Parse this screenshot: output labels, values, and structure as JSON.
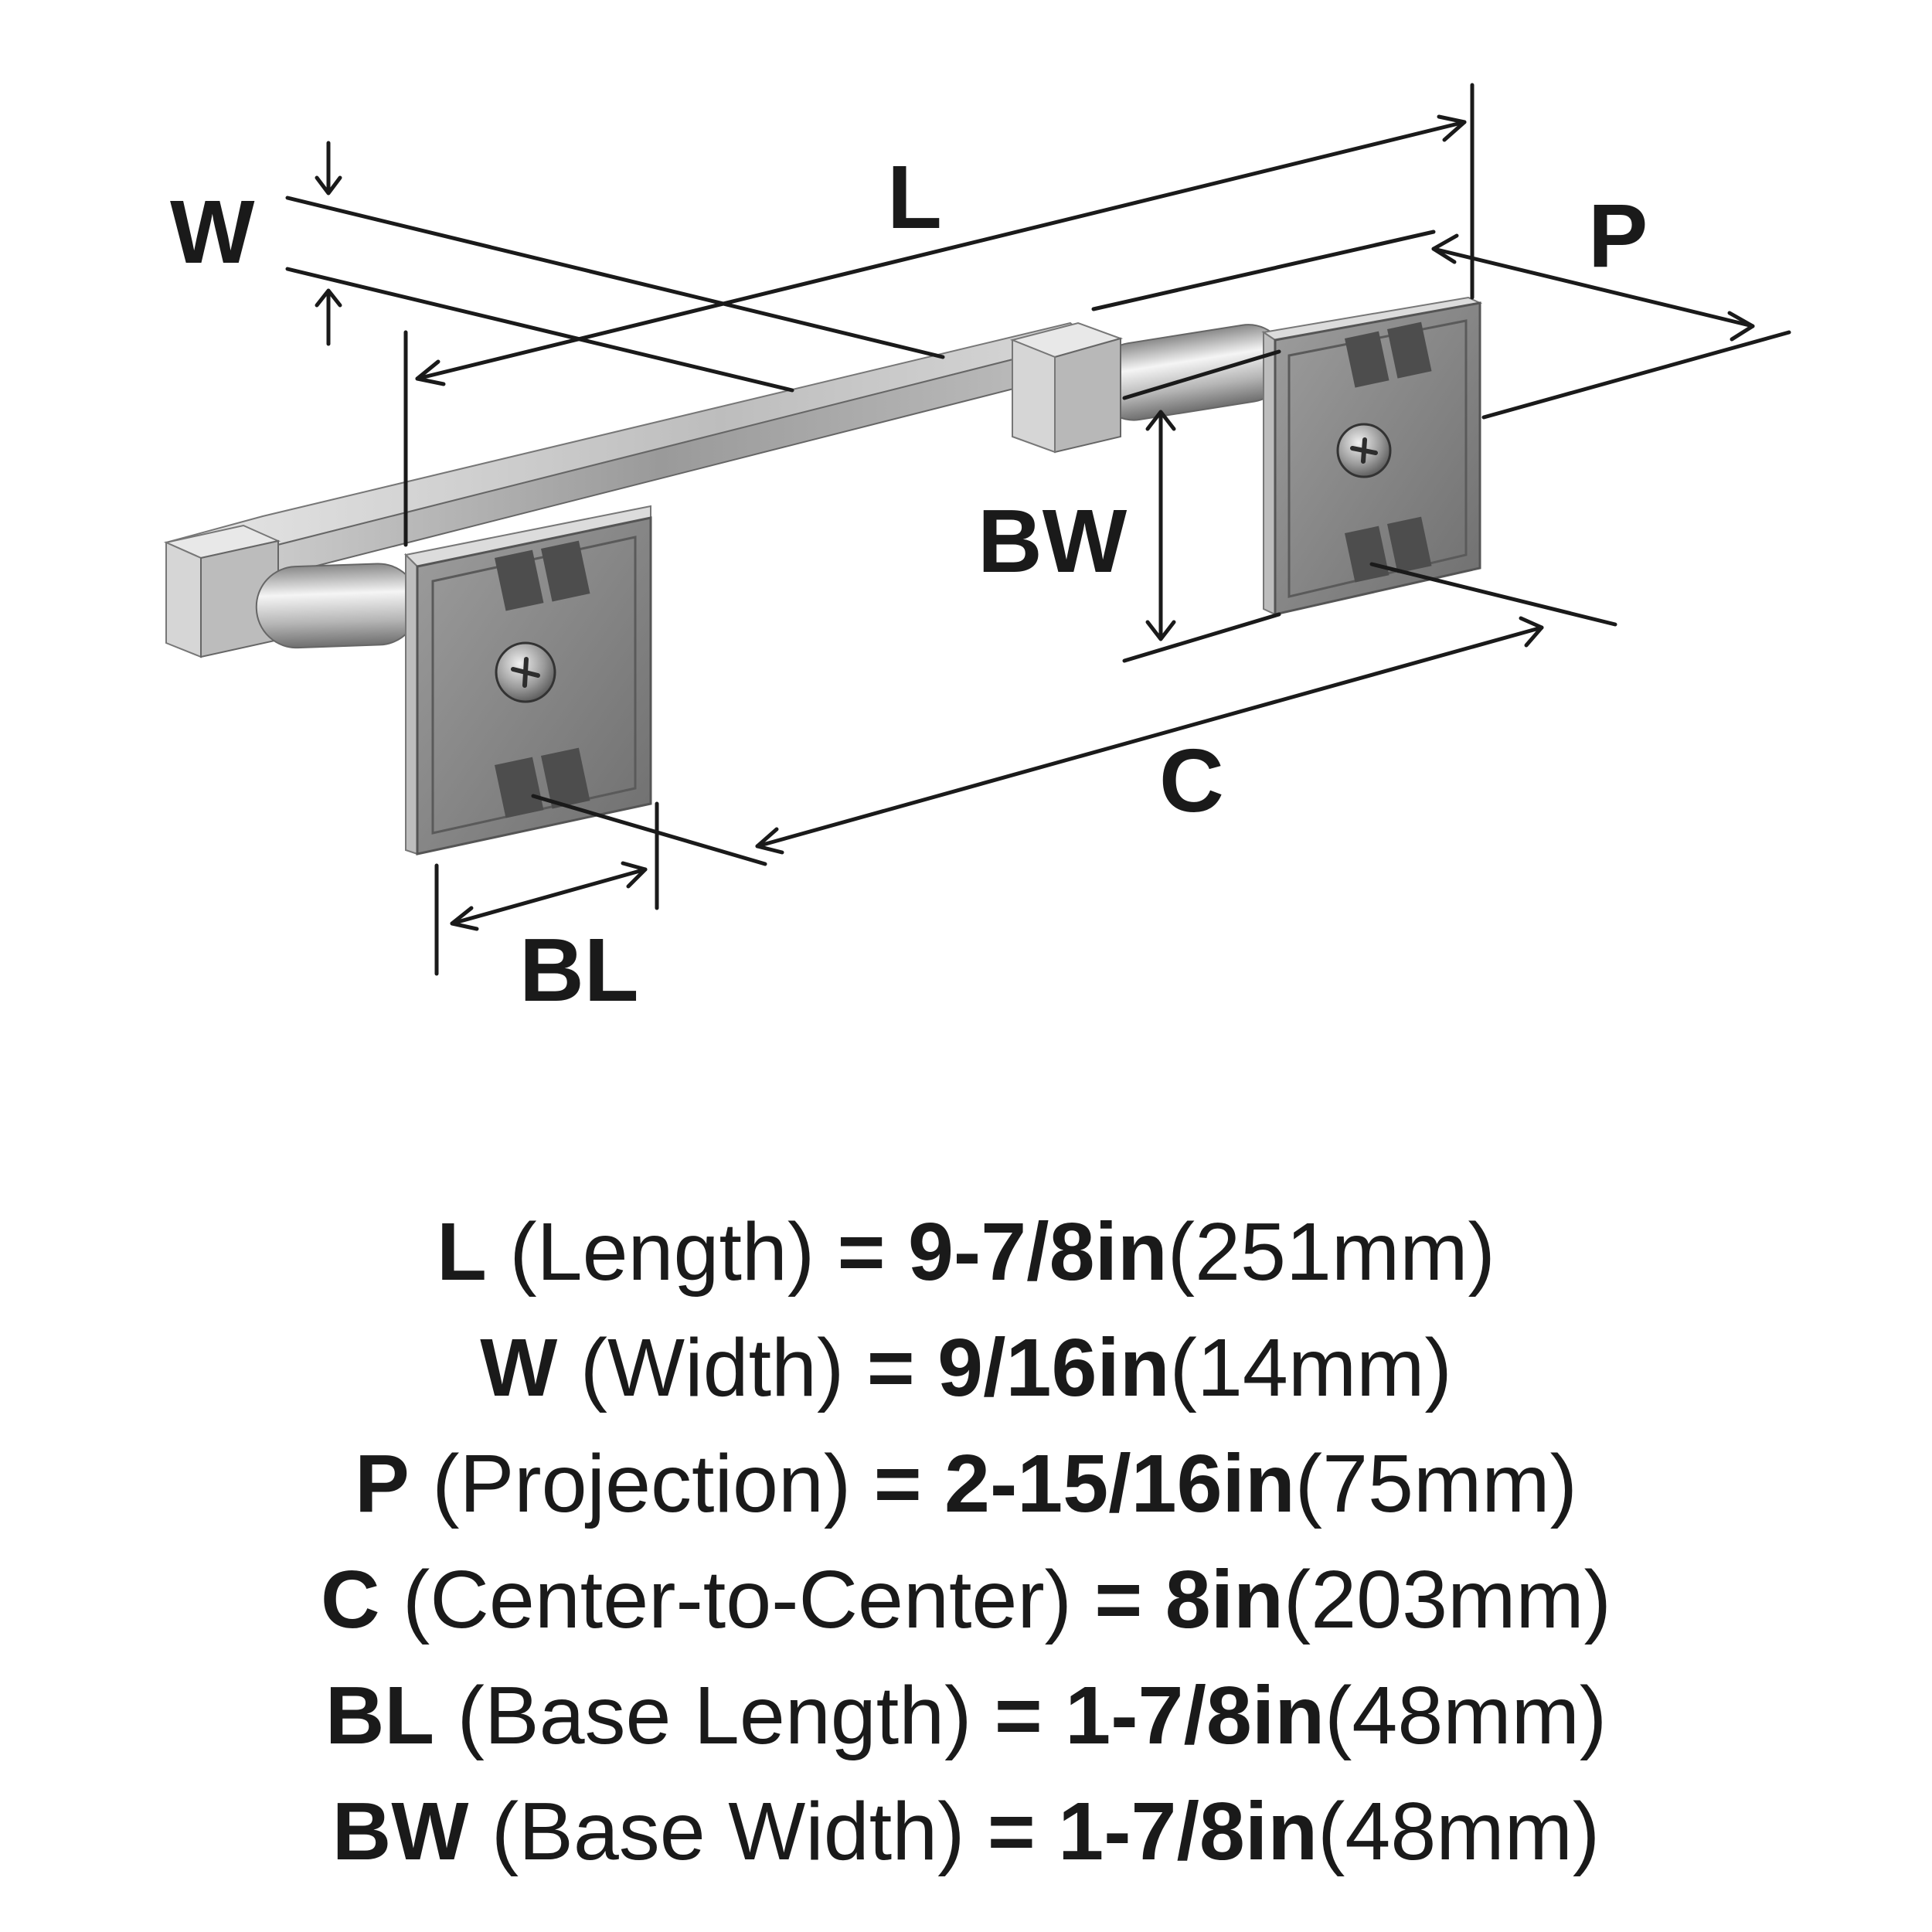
{
  "diagram": {
    "labels": {
      "W": "W",
      "L": "L",
      "P": "P",
      "BW": "BW",
      "C": "C",
      "BL": "BL"
    }
  },
  "specs": [
    {
      "code": "L",
      "name": "(Length)",
      "eq": "=",
      "imperial": "9-7/8in",
      "metric": "(251mm)"
    },
    {
      "code": "W",
      "name": "(Width)",
      "eq": "=",
      "imperial": "9/16in",
      "metric": "(14mm)"
    },
    {
      "code": "P",
      "name": "(Projection)",
      "eq": "=",
      "imperial": "2-15/16in",
      "metric": "(75mm)"
    },
    {
      "code": "C",
      "name": "(Center-to-Center)",
      "eq": "=",
      "imperial": "8in",
      "metric": "(203mm)"
    },
    {
      "code": "BL",
      "name": "(Base Length)",
      "eq": "=",
      "imperial": "1-7/8in",
      "metric": "(48mm)"
    },
    {
      "code": "BW",
      "name": "(Base Width)",
      "eq": "=",
      "imperial": "1-7/8in",
      "metric": "(48mm)"
    }
  ]
}
